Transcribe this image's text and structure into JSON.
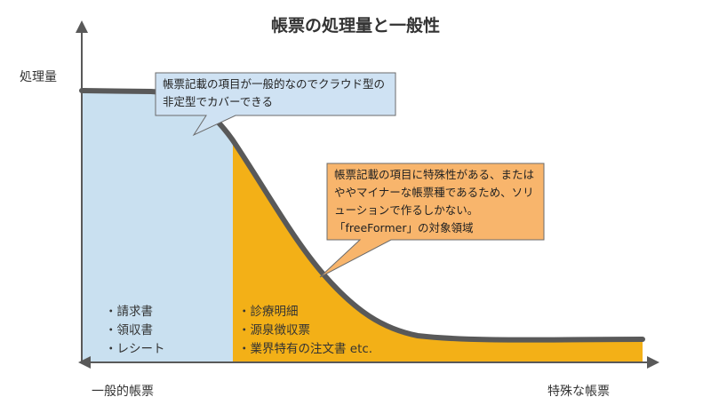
{
  "title": "帳票の処理量と一般性",
  "y_axis_label": "処理量",
  "x_axis_left_label": "一般的帳票",
  "x_axis_right_label": "特殊な帳票",
  "callouts": {
    "general": "帳票記載の項目が一般的なのでクラウド型の非定型でカバーできる",
    "special": "帳票記載の項目に特殊性がある、またはややマイナーな帳票種であるため、ソリューションで作るしかない。「freeFormer」の対象領域"
  },
  "general_forms": [
    "請求書",
    "領収書",
    "レシート"
  ],
  "special_forms": [
    "診療明細",
    "源泉徴収票",
    "業界特有の注文書 etc."
  ],
  "colors": {
    "general_region": "#c9e0f0",
    "special_region": "#f3b017",
    "curve": "#595959",
    "callout_general_fill": "#cfe2f3",
    "callout_special_fill": "#f8b56c",
    "axis": "#595959"
  }
}
